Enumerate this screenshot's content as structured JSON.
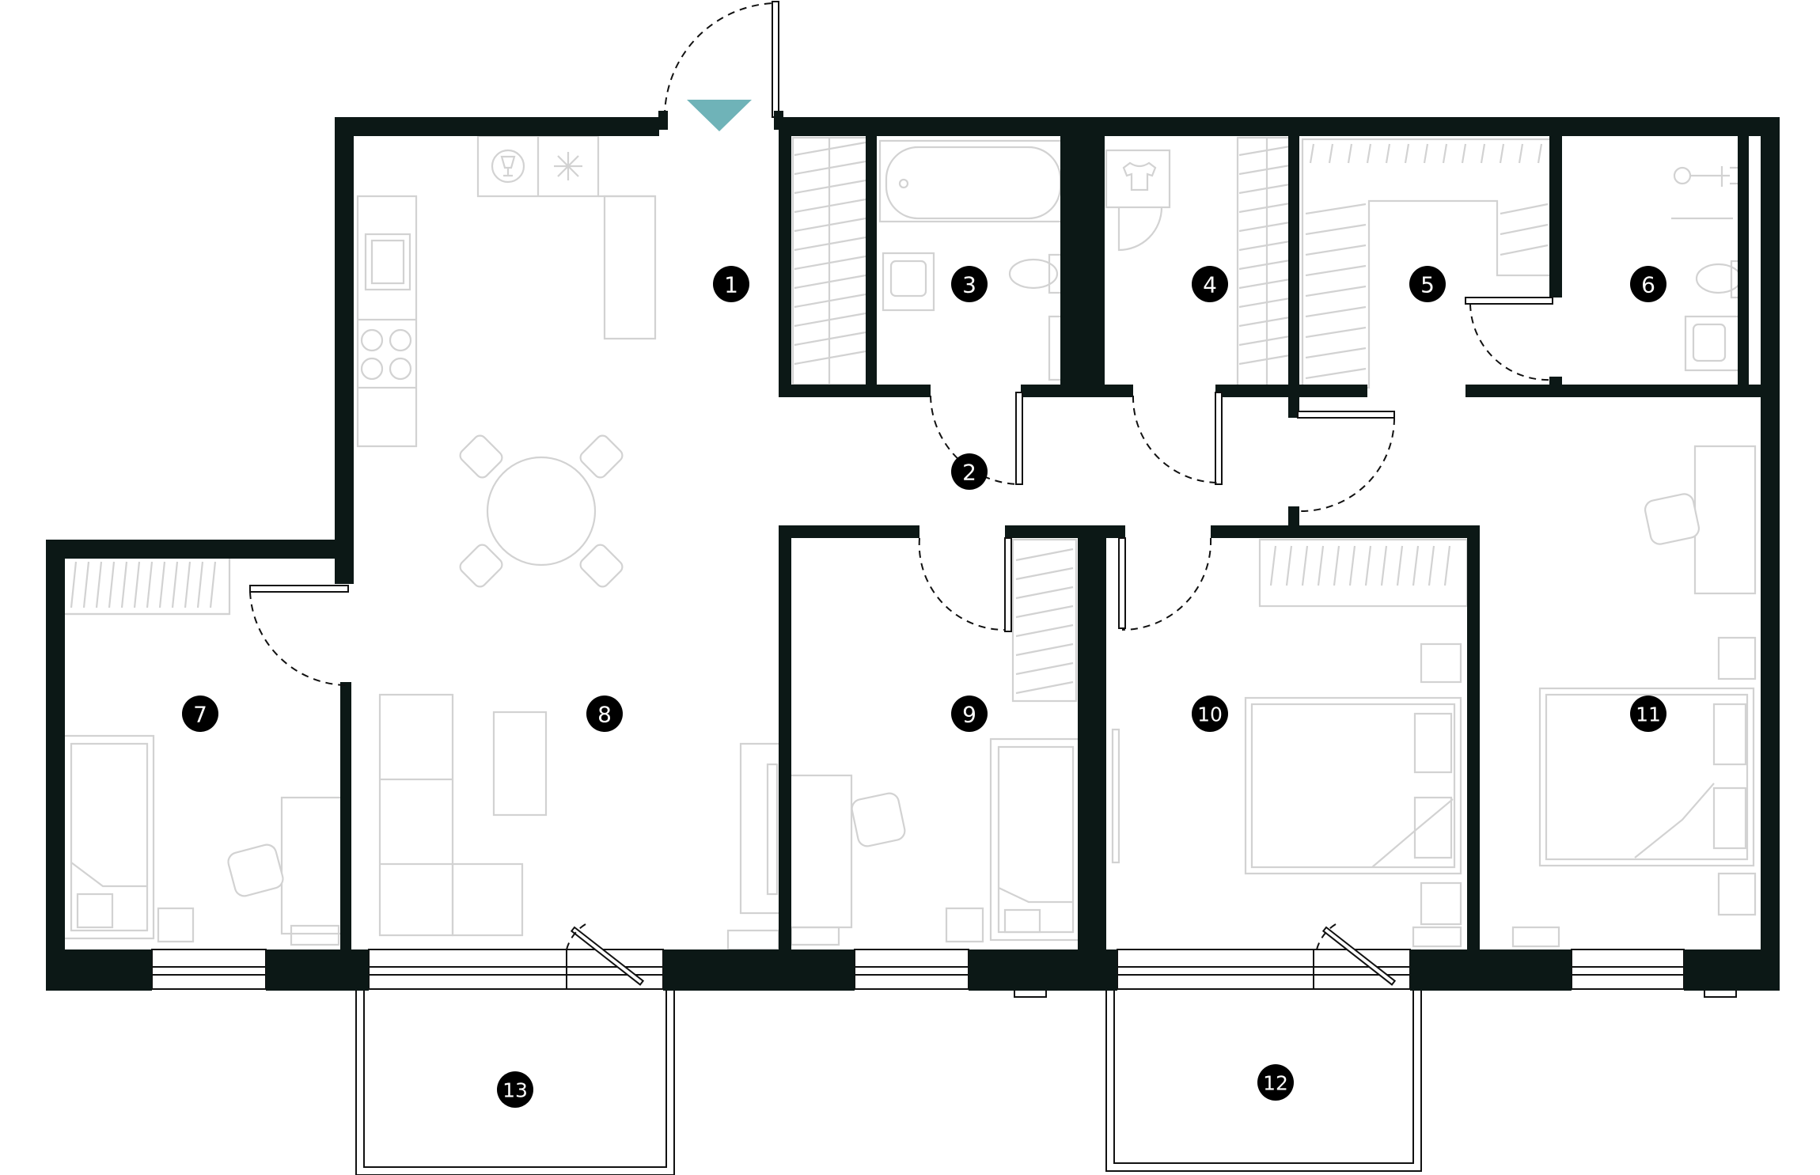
{
  "plan": {
    "rooms": [
      {
        "id": "room-1",
        "label": "1"
      },
      {
        "id": "room-2",
        "label": "2"
      },
      {
        "id": "room-3",
        "label": "3"
      },
      {
        "id": "room-4",
        "label": "4"
      },
      {
        "id": "room-5",
        "label": "5"
      },
      {
        "id": "room-6",
        "label": "6"
      },
      {
        "id": "room-7",
        "label": "7"
      },
      {
        "id": "room-8",
        "label": "8"
      },
      {
        "id": "room-9",
        "label": "9"
      },
      {
        "id": "room-10",
        "label": "10"
      },
      {
        "id": "room-11",
        "label": "11"
      },
      {
        "id": "room-12",
        "label": "12"
      },
      {
        "id": "room-13",
        "label": "13"
      }
    ],
    "colors": {
      "wall": "#0c1816",
      "entrance_arrow": "#6fb3b8",
      "furniture": "#d2d2d2",
      "marker": "#000000",
      "marker_text": "#ffffff"
    },
    "icons": [
      "entrance-arrow-icon"
    ]
  }
}
